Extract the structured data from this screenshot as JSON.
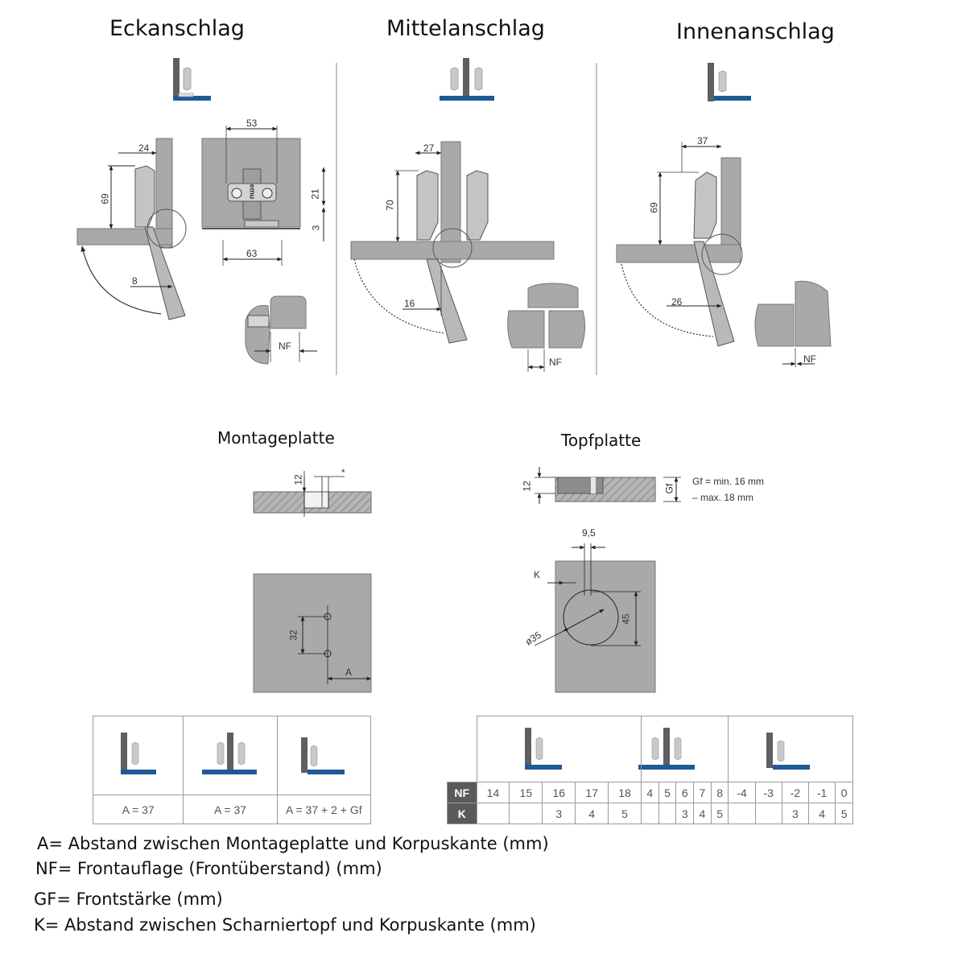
{
  "titles": {
    "eckanschlag": "Eckanschlag",
    "mittelanschlag": "Mittelanschlag",
    "innenanschlag": "Innenanschlag",
    "montageplatte": "Montageplatte",
    "topfplatte": "Topfplatte"
  },
  "dims": {
    "eck": {
      "w24": "24",
      "h69": "69",
      "w53": "53",
      "h21": "21",
      "h3": "3",
      "w63": "63",
      "w8": "8",
      "nf": "NF",
      "brand": "emu"
    },
    "mittel": {
      "w27": "27",
      "h70": "70",
      "w16": "16",
      "nf": "NF"
    },
    "innen": {
      "w37": "37",
      "h69": "69",
      "w26": "26",
      "nf": "NF"
    },
    "montage": {
      "h12": "12",
      "star": "*",
      "h32": "32",
      "a": "A"
    },
    "topf": {
      "h12": "12",
      "gf": "Gf",
      "gf_note_1": "Gf = min. 16 mm",
      "gf_note_2": "– max. 18 mm",
      "w95": "9,5",
      "k": "K",
      "h45": "45",
      "d35": "ø35"
    }
  },
  "table_a": {
    "cells": [
      "A = 37",
      "A = 37",
      "A = 37 + 2 + Gf"
    ]
  },
  "table_nf": {
    "row_nf_label": "NF",
    "row_k_label": "K",
    "nf": [
      "14",
      "15",
      "16",
      "17",
      "18",
      "4",
      "5",
      "6",
      "7",
      "8",
      "-4",
      "-3",
      "-2",
      "-1",
      "0"
    ],
    "k": [
      "",
      "",
      "3",
      "4",
      "5",
      "",
      "",
      "3",
      "4",
      "5",
      "",
      "",
      "3",
      "4",
      "5"
    ]
  },
  "legend": [
    "A= Abstand zwischen Montageplatte und Korpuskante (mm)",
    "NF= Frontauflage (Frontüberstand) (mm)",
    "GF= Frontstärke (mm)",
    "K= Abstand zwischen Scharniertopf und Korpuskante (mm)"
  ],
  "colors": {
    "panel": "#a9a9a9",
    "door": "#5d5f62",
    "plate_blue": "#1e5a96",
    "dark_gray": "#4d4d4d"
  }
}
